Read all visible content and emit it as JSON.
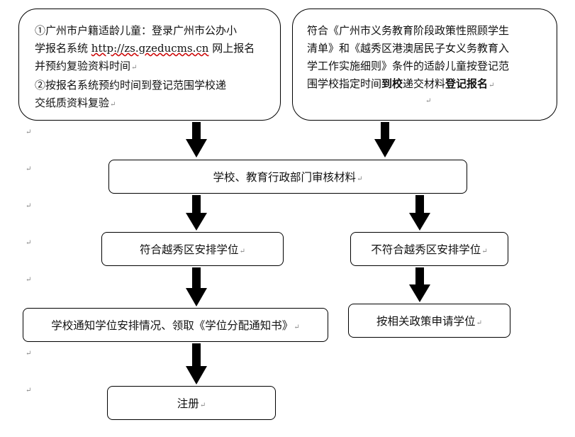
{
  "box_huji": {
    "line1": "①广州市户籍适龄儿童：登录广州市公办小",
    "line2_prefix": "学报名系统 ",
    "line2_url": "http://zs.gzeducms.cn",
    "line2_suffix": " 网上报名",
    "line3": "并预约复验资料时间",
    "line4": "②按报名系统预约时间到登记范围学校递",
    "line5": "交纸质资料复验"
  },
  "box_policy": {
    "line1": "符合《广州市义务教育阶段政策性照顾学生",
    "line2": "清单》和《越秀区港澳居民子女义务教育入",
    "line3": "学工作实施细则》条件的适龄儿童按登记范",
    "line4_a": "围学校指定时间",
    "line4_b": "到校",
    "line4_c": "递交材料",
    "line4_d": "登记报名"
  },
  "box_review": {
    "label": "学校、教育行政部门审核材料"
  },
  "box_eligible": {
    "label": "符合越秀区安排学位"
  },
  "box_ineligible": {
    "label": "不符合越秀区安排学位"
  },
  "box_notify": {
    "label": "学校通知学位安排情况、领取《学位分配通知书》"
  },
  "box_apply": {
    "label": "按相关政策申请学位"
  },
  "box_register": {
    "label": "注册"
  },
  "paragraph_mark": "↵",
  "colors": {
    "stroke": "#000000",
    "mark": "#888888",
    "spellcheck": "#cc0000"
  }
}
